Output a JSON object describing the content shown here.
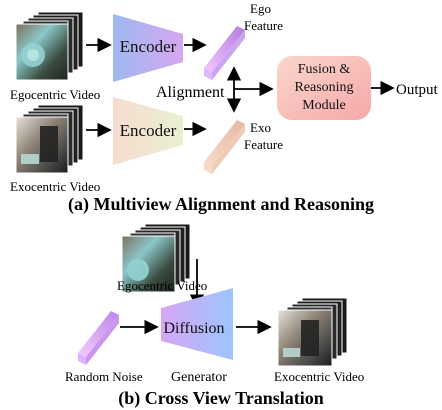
{
  "part_a": {
    "ego_video_label": "Egocentric Video",
    "exo_video_label": "Exocentric Video",
    "encoder_top_label": "Encoder",
    "encoder_bottom_label": "Encoder",
    "ego_feature_line1": "Ego",
    "ego_feature_line2": "Feature",
    "exo_feature_line1": "Exo",
    "exo_feature_line2": "Feature",
    "alignment_label": "Alignment",
    "fusion_line1": "Fusion &",
    "fusion_line2": "Reasoning",
    "fusion_line3": "Module",
    "output_label": "Output",
    "caption": "(a) Multiview Alignment and Reasoning"
  },
  "part_b": {
    "ego_video_label": "Egocentric Video",
    "diffusion_label": "Diffusion",
    "generator_label": "Generator",
    "noise_label": "Random Noise",
    "exo_video_label": "Exocentric Video",
    "caption": "(b) Cross View Translation"
  },
  "colors": {
    "encoder_top": [
      "#9fb8f2",
      "#d6a8f0"
    ],
    "encoder_bottom": [
      "#f7dcd0",
      "#e9f0d2"
    ],
    "ego_feature": [
      "#f3c7ff",
      "#b77be0"
    ],
    "exo_feature": [
      "#f6ddc6",
      "#e8b5a7"
    ],
    "fusion": [
      "#fbd6cc",
      "#f5a8aa"
    ],
    "diffusion": [
      "#d8a6f5",
      "#9bc5ff"
    ],
    "noise": [
      "#f5ccff",
      "#bb85ea"
    ]
  }
}
